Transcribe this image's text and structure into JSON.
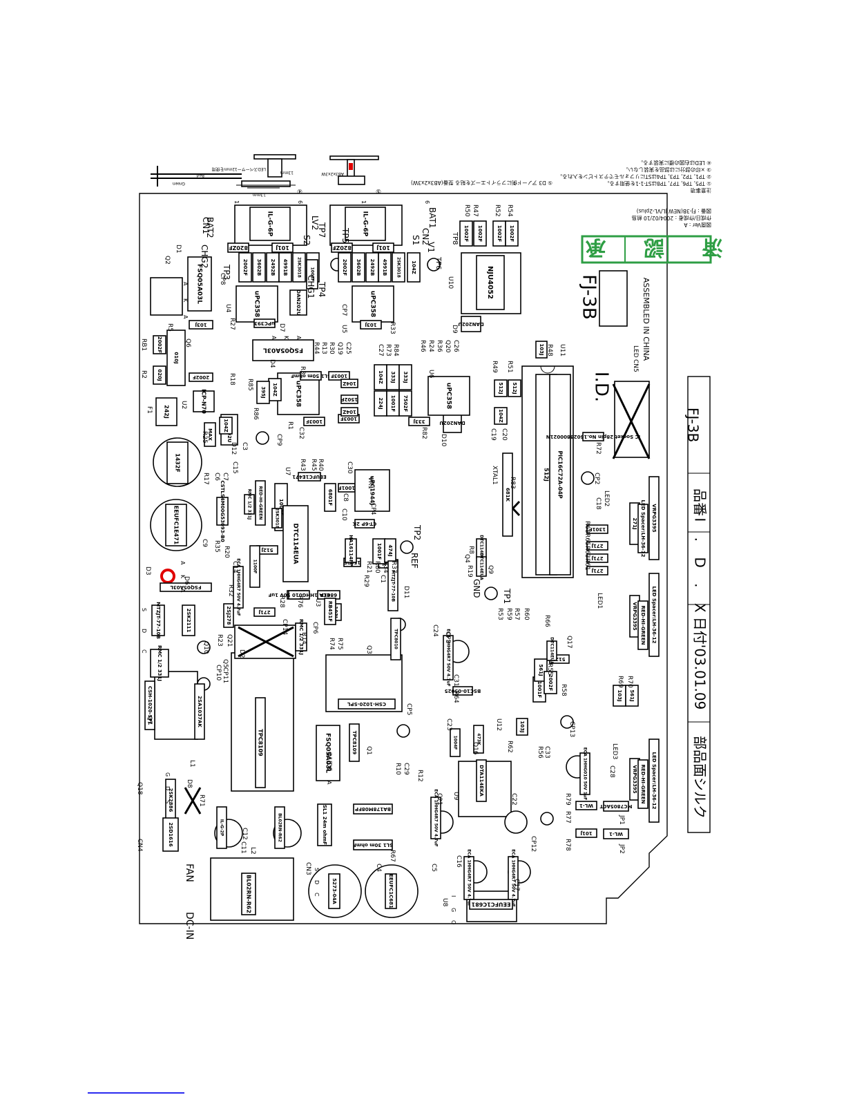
{
  "colors": {
    "line": "#000000",
    "stamp_green": "#2e9e44",
    "marker_red": "#e00000",
    "footer_link": "#2a2af0"
  },
  "title_block": {
    "date": "日付'03.01.09",
    "name": "I . D . X",
    "part_label": "品番",
    "part_no": "FJ-3B",
    "silk": "部品面シルク"
  },
  "stamp": {
    "text": "済 認 承"
  },
  "board": {
    "model": "FJ-3B",
    "brand": "I.D.",
    "assembled": "ASSEMBLED IN CHINA",
    "revision_info": [
      "図番 : FJ-3B(NEW JL/VL-2plus)",
      "作成日/作成者 : 2004/02/10 前島",
      "図面Ver : A"
    ],
    "notes": [
      "注意事項",
      "① TP5, TP6, TP7, TP8はST-1-1を使用する。",
      "② TP1, TP2, TP3, TP4はSTにリフォルモでテストピンを入れる。",
      "③ ×印の部分には部品を実装しない。",
      "④ LEDは右図の様に実装する。"
    ],
    "note_5": "⑤ D3 アノード側にフライトエーズを貼る 型番(AB3x2x3W)",
    "detail_texts": [
      "LEDスペーサー12mmを使用",
      "13mm",
      "AB3x2x3W"
    ],
    "led_wire": [
      "Red",
      "Green"
    ],
    "circle_numbers": [
      "④",
      "⑤"
    ]
  },
  "parts": [
    {
      "t": "IL-G-6P"
    },
    {
      "t": "IL-G-6P"
    },
    {
      "t": "820ZF"
    },
    {
      "t": "101J"
    },
    {
      "t": "820ZF"
    },
    {
      "t": "101J"
    },
    {
      "t": "FSQ05A03L"
    },
    {
      "t": "FSQ05A03L"
    },
    {
      "t": "FSQ05A03L"
    },
    {
      "t": "FSQ05A03L"
    },
    {
      "t": "FSQ05A03L"
    },
    {
      "t": "2002F"
    },
    {
      "t": "3602B"
    },
    {
      "t": "2492B"
    },
    {
      "t": "4991B"
    },
    {
      "t": "2SK3018"
    },
    {
      "t": "104Z"
    },
    {
      "t": "2002F"
    },
    {
      "t": "3602B"
    },
    {
      "t": "2492B"
    },
    {
      "t": "4991B"
    },
    {
      "t": "2SK3018"
    },
    {
      "t": "104Z"
    },
    {
      "t": "1002F"
    },
    {
      "t": "1002F"
    },
    {
      "t": "1002F"
    },
    {
      "t": "1002F"
    },
    {
      "t": "NJU4052"
    },
    {
      "t": "DAN202U"
    },
    {
      "t": "DAN202U"
    },
    {
      "t": "DAN202U"
    },
    {
      "t": "DAN202U"
    },
    {
      "t": "uPC358"
    },
    {
      "t": "uPC358"
    },
    {
      "t": "uPC358"
    },
    {
      "t": "uPC358"
    },
    {
      "t": "uPC393"
    },
    {
      "t": "103J"
    },
    {
      "t": "103J"
    },
    {
      "t": "103J"
    },
    {
      "t": "103J"
    },
    {
      "t": "103J"
    },
    {
      "t": "2002F"
    },
    {
      "t": "2002F"
    },
    {
      "t": "020J"
    },
    {
      "t": "010J"
    },
    {
      "t": "SL1 50m ohmF"
    },
    {
      "t": "1003F"
    },
    {
      "t": "1003F"
    },
    {
      "t": "1003F"
    },
    {
      "t": "1003F"
    },
    {
      "t": "104Z"
    },
    {
      "t": "104Z"
    },
    {
      "t": "104Z"
    },
    {
      "t": "104Z"
    },
    {
      "t": "104Z"
    },
    {
      "t": "104Z"
    },
    {
      "t": "333J"
    },
    {
      "t": "333J"
    },
    {
      "t": "333J"
    },
    {
      "t": "224J"
    },
    {
      "t": "224J"
    },
    {
      "t": "1001F"
    },
    {
      "t": "1001F"
    },
    {
      "t": "1001F"
    },
    {
      "t": "1001F"
    },
    {
      "t": "7502F"
    },
    {
      "t": "1502F"
    },
    {
      "t": "1502F"
    },
    {
      "t": "1502F"
    },
    {
      "t": "395J"
    },
    {
      "t": "512J"
    },
    {
      "t": "512J"
    },
    {
      "t": "512J"
    },
    {
      "t": "512J"
    },
    {
      "t": "512J"
    },
    {
      "t": "PIC16C72A-04P"
    },
    {
      "t": "IC Socket 28pin No.16028800021N"
    },
    {
      "t": "242J"
    },
    {
      "t": "ICP-N70"
    },
    {
      "t": "MAX"
    },
    {
      "t": "1432F"
    },
    {
      "t": "EEUFC1E471"
    },
    {
      "t": "EEUFC1E471"
    },
    {
      "t": "6801F"
    },
    {
      "t": "6801F"
    },
    {
      "t": "1002F"
    },
    {
      "t": "uPC1944J"
    },
    {
      "t": "CT-6P 2K"
    },
    {
      "t": "681K"
    },
    {
      "t": "CSTLS4M00G53093-B0"
    },
    {
      "t": "RMC 1/2 331J"
    },
    {
      "t": "RMC 1/2 331J"
    },
    {
      "t": "RMC 1/2 331J"
    },
    {
      "t": "2SK3018"
    },
    {
      "t": "DTC114EUA"
    },
    {
      "t": "DTC114EUA"
    },
    {
      "t": "DTC114EUA"
    },
    {
      "t": "DTC114EUA"
    },
    {
      "t": "HA16114FP"
    },
    {
      "t": "474J"
    },
    {
      "t": "1301F"
    },
    {
      "t": "271J"
    },
    {
      "t": "271J"
    },
    {
      "t": "271J"
    },
    {
      "t": "271J"
    },
    {
      "t": "271J"
    },
    {
      "t": "VRPG3395"
    },
    {
      "t": "VRPG3395"
    },
    {
      "t": "VRPG3395"
    },
    {
      "t": "LED Spacer:LH-36-12"
    },
    {
      "t": "LED Spacer:LH-36-12"
    },
    {
      "t": "LED Spacer:LH-36-12"
    },
    {
      "t": "RED-HI-GREEN"
    },
    {
      "t": "RED-HI-GREEN"
    },
    {
      "t": "RED-HI-GREEN"
    },
    {
      "t": "ECA 1HHG4R7 50V 4.7uF"
    },
    {
      "t": "ECA 1HHG4R7 50V 4.7uF"
    },
    {
      "t": "ECA 1HHG4R7 50V 4.7uF"
    },
    {
      "t": "ECA 1HHG4R7 50V 4.7uF"
    },
    {
      "t": "ECA 1HHG4R7 50V 4.7uF"
    },
    {
      "t": "ECA 1HHG010 50V 1uF"
    },
    {
      "t": "ECA 1HHG010 50V 1uF"
    },
    {
      "t": "1100F"
    },
    {
      "t": "MTZJT-77-10B"
    },
    {
      "t": "MTZJT-77-10B"
    },
    {
      "t": "2SK2111"
    },
    {
      "t": "2SJ278"
    },
    {
      "t": "RB451F"
    },
    {
      "t": "2SA1037AK"
    },
    {
      "t": "CSH-1020-SPL"
    },
    {
      "t": "CSH-1020-SPL"
    },
    {
      "t": "TPC8010"
    },
    {
      "t": "TPC8109"
    },
    {
      "t": "TPC8109"
    },
    {
      "t": "BSC10-05025"
    },
    {
      "t": "1004F"
    },
    {
      "t": "473K"
    },
    {
      "t": "DTA114EKA"
    },
    {
      "t": "BA178M08FP"
    },
    {
      "t": "SL1 30m ohmF"
    },
    {
      "t": "SL1 24m ohmF"
    },
    {
      "t": "2SK2886"
    },
    {
      "t": "2SD1616"
    },
    {
      "t": "IL-G-2P"
    },
    {
      "t": "BL02RN-R62"
    },
    {
      "t": "BL02RN-R62"
    },
    {
      "t": "5273-04A"
    },
    {
      "t": "EEUFC1C681"
    },
    {
      "t": "EEUFC1C681"
    },
    {
      "t": "MC7805ACT"
    },
    {
      "t": "WL-1"
    },
    {
      "t": "WL-1"
    },
    {
      "t": "101J"
    },
    {
      "t": "103J"
    },
    {
      "t": "561J"
    },
    {
      "t": "561J"
    },
    {
      "t": "2002F"
    },
    {
      "t": "1001F"
    }
  ],
  "refs": [
    {
      "t": "CN1"
    },
    {
      "t": "BAT2"
    },
    {
      "t": "BAT1"
    },
    {
      "t": "CN2"
    },
    {
      "t": "CHG2"
    },
    {
      "t": "CHG1"
    },
    {
      "t": "TP7"
    },
    {
      "t": "TP5"
    },
    {
      "t": "TP8"
    },
    {
      "t": "TP6"
    },
    {
      "t": "TP3"
    },
    {
      "t": "TP4"
    },
    {
      "t": "TP2"
    },
    {
      "t": "TP1"
    },
    {
      "t": "LV2"
    },
    {
      "t": "S2"
    },
    {
      "t": "V1"
    },
    {
      "t": "S1"
    },
    {
      "t": "D1"
    },
    {
      "t": "Q2"
    },
    {
      "t": "CP8"
    },
    {
      "t": "CP7"
    },
    {
      "t": "U4"
    },
    {
      "t": "U5"
    },
    {
      "t": "D7"
    },
    {
      "t": "R27"
    },
    {
      "t": "R33"
    },
    {
      "t": "U10"
    },
    {
      "t": "D9"
    },
    {
      "t": "R50"
    },
    {
      "t": "R47"
    },
    {
      "t": "R52"
    },
    {
      "t": "R54"
    },
    {
      "t": "R5"
    },
    {
      "t": "Q6"
    },
    {
      "t": "RB1"
    },
    {
      "t": "R2"
    },
    {
      "t": "R18"
    },
    {
      "t": "D4"
    },
    {
      "t": "R3"
    },
    {
      "t": "R44"
    },
    {
      "t": "R13"
    },
    {
      "t": "R30"
    },
    {
      "t": "Q19"
    },
    {
      "t": "C25"
    },
    {
      "t": "C27"
    },
    {
      "t": "R73"
    },
    {
      "t": "R84"
    },
    {
      "t": "R46"
    },
    {
      "t": "R24"
    },
    {
      "t": "R36"
    },
    {
      "t": "Q20"
    },
    {
      "t": "C26"
    },
    {
      "t": "R48"
    },
    {
      "t": "U11"
    },
    {
      "t": "CN5"
    },
    {
      "t": "LED"
    },
    {
      "t": "F1"
    },
    {
      "t": "U2"
    },
    {
      "t": "R85"
    },
    {
      "t": "R86"
    },
    {
      "t": "R1"
    },
    {
      "t": "U6"
    },
    {
      "t": "R49"
    },
    {
      "t": "R51"
    },
    {
      "t": "C19"
    },
    {
      "t": "C20"
    },
    {
      "t": "R25"
    },
    {
      "t": "D12"
    },
    {
      "t": "C3"
    },
    {
      "t": "CP9"
    },
    {
      "t": "C32"
    },
    {
      "t": "R82"
    },
    {
      "t": "D10"
    },
    {
      "t": "R72"
    },
    {
      "t": "CP2"
    },
    {
      "t": "R43"
    },
    {
      "t": "R45"
    },
    {
      "t": "R40"
    },
    {
      "t": "C30"
    },
    {
      "t": "R17"
    },
    {
      "t": "C6"
    },
    {
      "t": "C7"
    },
    {
      "t": "C15"
    },
    {
      "t": "U7"
    },
    {
      "t": "C8"
    },
    {
      "t": "C10"
    },
    {
      "t": "CP4"
    },
    {
      "t": "VR1"
    },
    {
      "t": "XTAL1"
    },
    {
      "t": "R83"
    },
    {
      "t": "C18"
    },
    {
      "t": "LED2"
    },
    {
      "t": "C9"
    },
    {
      "t": "R35"
    },
    {
      "t": "R20"
    },
    {
      "t": "C14"
    },
    {
      "t": "R8"
    },
    {
      "t": "Q4"
    },
    {
      "t": "R19"
    },
    {
      "t": "Q9"
    },
    {
      "t": "R68"
    },
    {
      "t": "R65"
    },
    {
      "t": "R63"
    },
    {
      "t": "R61"
    },
    {
      "t": "D3"
    },
    {
      "t": "D6"
    },
    {
      "t": "R32"
    },
    {
      "t": "R28"
    },
    {
      "t": "R76"
    },
    {
      "t": "U3"
    },
    {
      "t": "R29"
    },
    {
      "t": "R21"
    },
    {
      "t": "R80"
    },
    {
      "t": "R34"
    },
    {
      "t": "R37"
    },
    {
      "t": "REF"
    },
    {
      "t": "C1"
    },
    {
      "t": "D11"
    },
    {
      "t": "GND"
    },
    {
      "t": "LED1"
    },
    {
      "t": "R53"
    },
    {
      "t": "R59"
    },
    {
      "t": "R57"
    },
    {
      "t": "R60"
    },
    {
      "t": "R66"
    },
    {
      "t": "Q10"
    },
    {
      "t": "R23"
    },
    {
      "t": "Q21"
    },
    {
      "t": "CP10"
    },
    {
      "t": "D2"
    },
    {
      "t": "CP14"
    },
    {
      "t": "Q5"
    },
    {
      "t": "CP11"
    },
    {
      "t": "R14"
    },
    {
      "t": "CP6"
    },
    {
      "t": "R74"
    },
    {
      "t": "R75"
    },
    {
      "t": "Q3"
    },
    {
      "t": "C24"
    },
    {
      "t": "CP3"
    },
    {
      "t": "Q17"
    },
    {
      "t": "Q7"
    },
    {
      "t": "C31"
    },
    {
      "t": "R64"
    },
    {
      "t": "R55"
    },
    {
      "t": "R58"
    },
    {
      "t": "R69"
    },
    {
      "t": "R70"
    },
    {
      "t": "U12"
    },
    {
      "t": "CP13"
    },
    {
      "t": "L1"
    },
    {
      "t": "CP5"
    },
    {
      "t": "C23"
    },
    {
      "t": "Q16"
    },
    {
      "t": "R62"
    },
    {
      "t": "R56"
    },
    {
      "t": "C33"
    },
    {
      "t": "LED3"
    },
    {
      "t": "Q15"
    },
    {
      "t": "D5"
    },
    {
      "t": "Q1"
    },
    {
      "t": "R10"
    },
    {
      "t": "C29"
    },
    {
      "t": "C28"
    },
    {
      "t": "Q18"
    },
    {
      "t": "D8"
    },
    {
      "t": "R71"
    },
    {
      "t": "C12"
    },
    {
      "t": "C11"
    },
    {
      "t": "L2"
    },
    {
      "t": "U9"
    },
    {
      "t": "C21"
    },
    {
      "t": "C22"
    },
    {
      "t": "R67"
    },
    {
      "t": "R12"
    },
    {
      "t": "R79"
    },
    {
      "t": "R77"
    },
    {
      "t": "JP1"
    },
    {
      "t": "JP2"
    },
    {
      "t": "R78"
    },
    {
      "t": "CP12"
    },
    {
      "t": "CN4"
    },
    {
      "t": "FAN"
    },
    {
      "t": "DC-IN"
    },
    {
      "t": "CN3"
    },
    {
      "t": "C4"
    },
    {
      "t": "C5"
    },
    {
      "t": "C16"
    },
    {
      "t": "C17"
    },
    {
      "t": "U8"
    }
  ],
  "pins": {
    "d": [
      "A",
      "K",
      "A"
    ],
    "sdc": [
      "S",
      "D",
      "C"
    ],
    "io": [
      "I",
      "G",
      "O"
    ],
    "gds": [
      "G",
      "D",
      "S"
    ],
    "cn_num": [
      "1",
      "6",
      "1",
      "6"
    ]
  }
}
